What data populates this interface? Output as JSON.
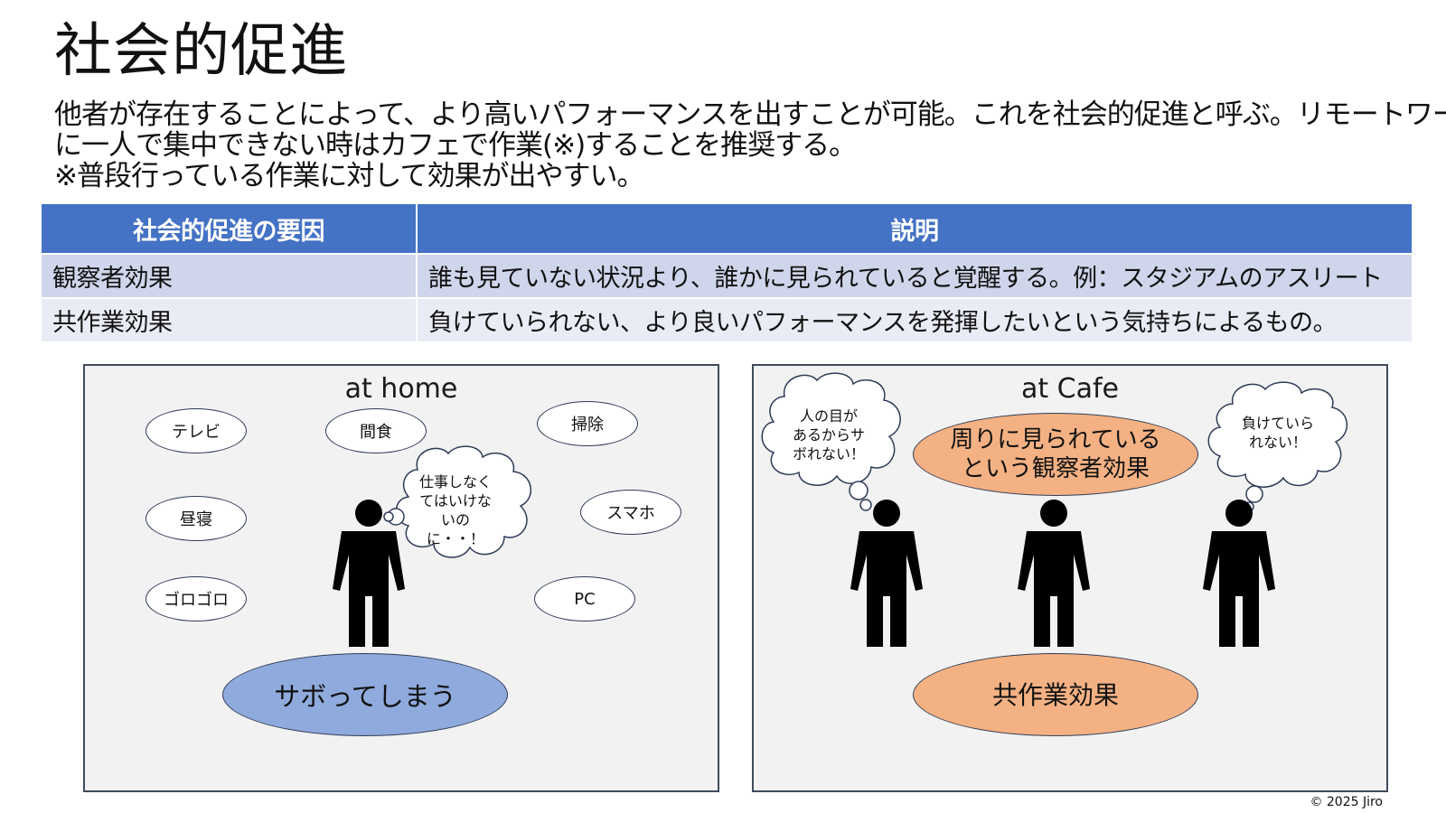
{
  "title": "社会的促進",
  "description": [
    "他者が存在することによって、より高いパフォーマンスを出すことが可能。これを社会的促進と呼ぶ。リモートワーク中",
    "に一人で集中できない時はカフェで作業(※)することを推奨する。",
    "※普段行っている作業に対して効果が出やすい。"
  ],
  "table": {
    "headers": [
      "社会的促進の要因",
      "説明"
    ],
    "rows": [
      [
        "観察者効果",
        "誰も見ていない状況より、誰かに見られていると覚醒する。例：スタジアムのアスリート"
      ],
      [
        "共作業効果",
        "負けていられない、より良いパフォーマンスを発揮したいという気持ちによるもの。"
      ]
    ]
  },
  "home": {
    "title": "at home",
    "distractions": [
      "テレビ",
      "間食",
      "掃除",
      "昼寝",
      "スマホ",
      "ゴロゴロ",
      "PC"
    ],
    "thought_lines": [
      "仕事しなく",
      "てはいけな",
      "いの",
      "に・・！"
    ],
    "result": "サボってしまう"
  },
  "cafe": {
    "title": "at Cafe",
    "left_thought_lines": [
      "人の目が",
      "あるからサ",
      "ボれない！"
    ],
    "right_thought_lines": [
      "負けていら",
      "れない！"
    ],
    "observer_effect_lines": [
      "周りに見られている",
      "という観察者効果"
    ],
    "coaction_effect": "共作業効果"
  },
  "colors": {
    "header_blue": "#4472c4",
    "row1": "#cfd5ea",
    "row2": "#e9ebf5",
    "result_blue": "#8faadc",
    "effect_orange": "#f4b183",
    "panel_bg": "#f2f2f2"
  },
  "copyright": "© 2025 Jiro"
}
